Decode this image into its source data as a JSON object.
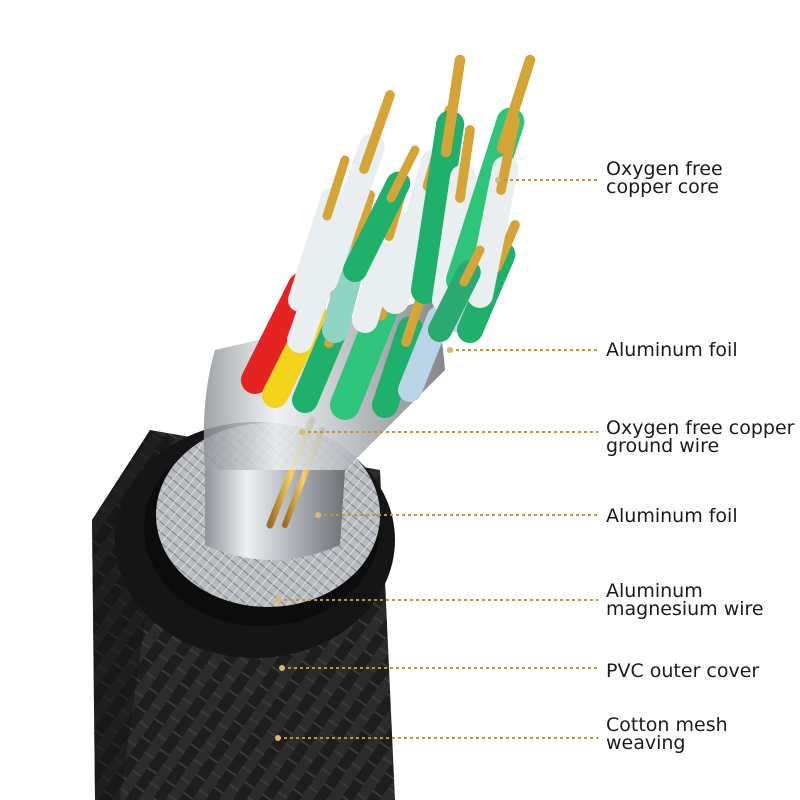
{
  "colors": {
    "copper": "#d4a437",
    "leader_line": "#b8954a",
    "text": "#1a1a1a",
    "jacket": "#1c1c1c",
    "foil": "#c9ccd0"
  },
  "wire_insulation_colors": [
    "#e52421",
    "#f2d21b",
    "#1fb06b",
    "#2fc47c",
    "#8fd3c4",
    "#e9eef0",
    "#b9d4e6",
    "#2aa970"
  ],
  "labels": [
    {
      "lines": [
        "Oxygen free",
        "copper core"
      ]
    },
    {
      "lines": [
        "Aluminum foil"
      ]
    },
    {
      "lines": [
        "Oxygen free copper",
        "ground wire"
      ]
    },
    {
      "lines": [
        "Aluminum foil"
      ]
    },
    {
      "lines": [
        "Aluminum",
        "magnesium wire"
      ]
    },
    {
      "lines": [
        "PVC outer cover"
      ]
    },
    {
      "lines": [
        "Cotton mesh",
        "weaving"
      ]
    }
  ]
}
